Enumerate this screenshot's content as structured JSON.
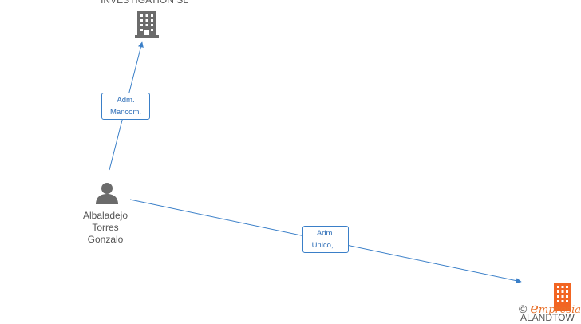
{
  "nodes": {
    "company_top": {
      "label": "INVESTIGATION SL",
      "icon": "building-icon",
      "color": "#6b6b6b"
    },
    "person": {
      "name_line1": "Albaladejo",
      "name_line2": "Torres",
      "name_line3": "Gonzalo",
      "icon": "person-icon",
      "color": "#6b6b6b"
    },
    "company_bottom": {
      "label": "ALANDTOW",
      "icon": "building-icon",
      "color": "#f26522"
    }
  },
  "edges": [
    {
      "line1": "Adm.",
      "line2": "Mancom."
    },
    {
      "line1": "Adm.",
      "line2": "Unico,..."
    }
  ],
  "edge_color": "#3a7fc8",
  "watermark": {
    "copyright": "©",
    "brand_initial": "e",
    "brand_rest": "mpresia"
  }
}
